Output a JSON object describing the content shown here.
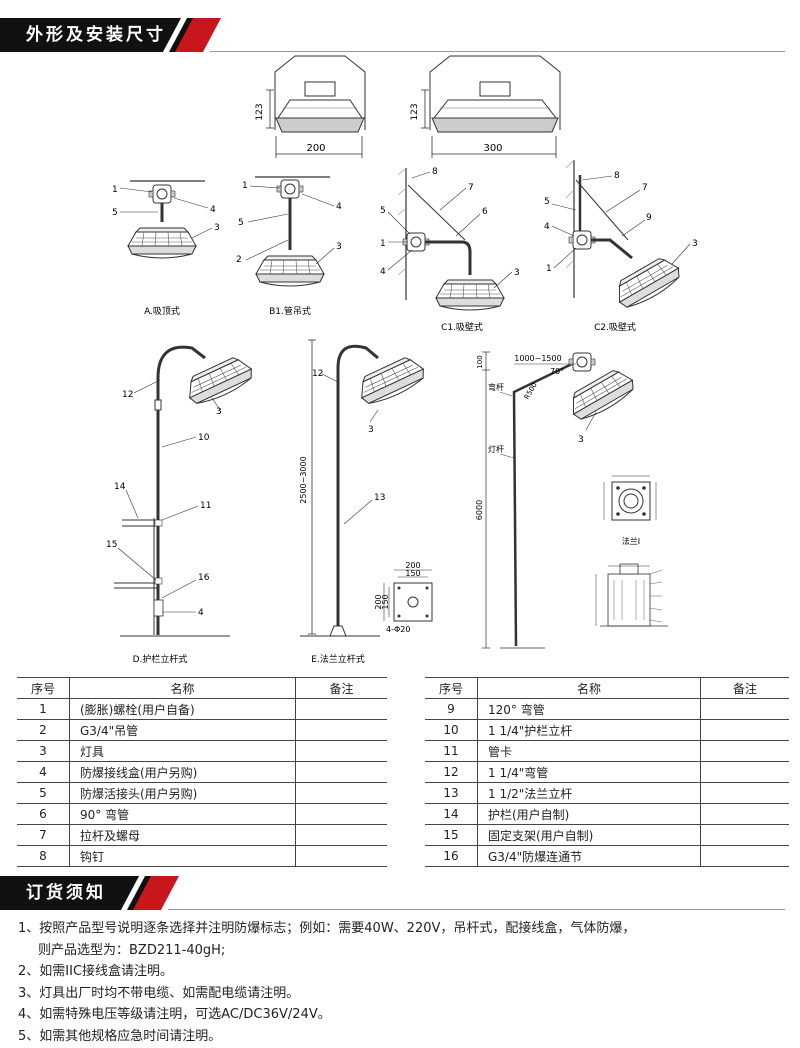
{
  "section1": {
    "title": "外形及安装尺寸"
  },
  "section2": {
    "title": "订货须知"
  },
  "top_dims": {
    "left": {
      "height": "123",
      "width": "200"
    },
    "right": {
      "height": "123",
      "width": "300"
    }
  },
  "installs": {
    "a": {
      "caption": "A.吸顶式"
    },
    "b1": {
      "caption": "B1.管吊式"
    },
    "c1": {
      "caption": "C1.吸壁式"
    },
    "c2": {
      "caption": "C2.吸壁式"
    },
    "d": {
      "caption": "D.护栏立杆式"
    },
    "e": {
      "caption": "E.法兰立杆式",
      "height": "2500~3000"
    },
    "f": {
      "height": "6000",
      "arm": "1000~1500",
      "top": "100",
      "angle": "70°",
      "radius": "R500",
      "label_arm": "弯杆",
      "label_pole": "灯杆",
      "flange": "法兰I"
    },
    "plate": {
      "w1": "200",
      "w2": "150",
      "h1": "200",
      "h2": "150",
      "holes": "4-Φ20"
    }
  },
  "callouts": {
    "n1": "1",
    "n2": "2",
    "n3": "3",
    "n4": "4",
    "n5": "5",
    "n6": "6",
    "n7": "7",
    "n8": "8",
    "n9": "9",
    "n10": "10",
    "n11": "11",
    "n12": "12",
    "n13": "13",
    "n14": "14",
    "n15": "15",
    "n16": "16"
  },
  "table": {
    "headers": {
      "no": "序号",
      "name": "名称",
      "remark": "备注"
    },
    "left": [
      {
        "no": "1",
        "name": "(膨胀)螺栓(用户自备)"
      },
      {
        "no": "2",
        "name": "G3/4\"吊管"
      },
      {
        "no": "3",
        "name": "灯具"
      },
      {
        "no": "4",
        "name": "防爆接线盒(用户另购)"
      },
      {
        "no": "5",
        "name": "防爆活接头(用户另购)"
      },
      {
        "no": "6",
        "name": "90° 弯管"
      },
      {
        "no": "7",
        "name": "拉杆及螺母"
      },
      {
        "no": "8",
        "name": "钩钉"
      }
    ],
    "right": [
      {
        "no": "9",
        "name": "120° 弯管"
      },
      {
        "no": "10",
        "name": "1 1/4\"护栏立杆"
      },
      {
        "no": "11",
        "name": "管卡"
      },
      {
        "no": "12",
        "name": "1 1/4\"弯管"
      },
      {
        "no": "13",
        "name": "1 1/2\"法兰立杆"
      },
      {
        "no": "14",
        "name": "护栏(用户自制)"
      },
      {
        "no": "15",
        "name": "固定支架(用户自制)"
      },
      {
        "no": "16",
        "name": "G3/4\"防爆连通节"
      }
    ]
  },
  "notes": [
    "1、按照产品型号说明逐条选择并注明防爆标志；例如：需要40W、220V，吊杆式，配接线盒，气体防爆，",
    "则产品选型为：BZD211-40gH;",
    "2、如需IIC接线盒请注明。",
    "3、灯具出厂时均不带电缆、如需配电缆请注明。",
    "4、如需特殊电压等级请注明，可选AC/DC36V/24V。",
    "5、如需其他规格应急时间请注明。"
  ]
}
